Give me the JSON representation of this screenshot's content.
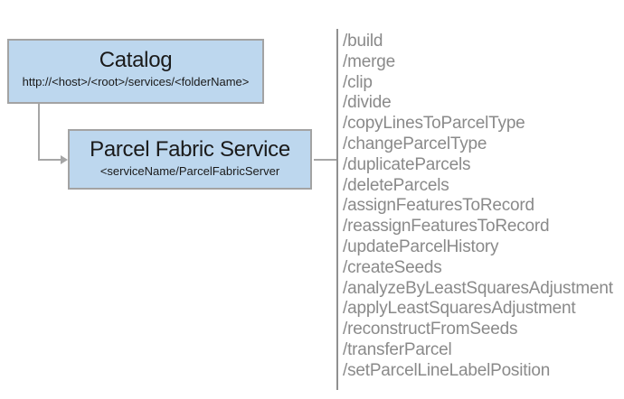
{
  "diagram": {
    "catalog_box": {
      "title": "Catalog",
      "subtitle": "http://<host>/<root>/services/<folderName>"
    },
    "service_box": {
      "title": "Parcel Fabric Service",
      "subtitle": "<serviceName/ParcelFabricServer"
    },
    "operations": [
      "/build",
      "/merge",
      "/clip",
      "/divide",
      "/copyLinesToParcelType",
      "/changeParcelType",
      "/duplicateParcels",
      "/deleteParcels",
      "/assignFeaturesToRecord",
      "/reassignFeaturesToRecord",
      "/updateParcelHistory",
      "/createSeeds",
      "/analyzeByLeastSquaresAdjustment",
      "/applyLeastSquaresAdjustment",
      "/reconstructFromSeeds",
      "/transferParcel",
      "/setParcelLineLabelPosition"
    ],
    "colors": {
      "box_fill": "#BDD7EE",
      "box_border": "#A3A3A3",
      "connector": "#A6A6A6",
      "separator": "#909090",
      "list_text": "#8A8A8A",
      "title_text": "#1A1A1A"
    }
  }
}
